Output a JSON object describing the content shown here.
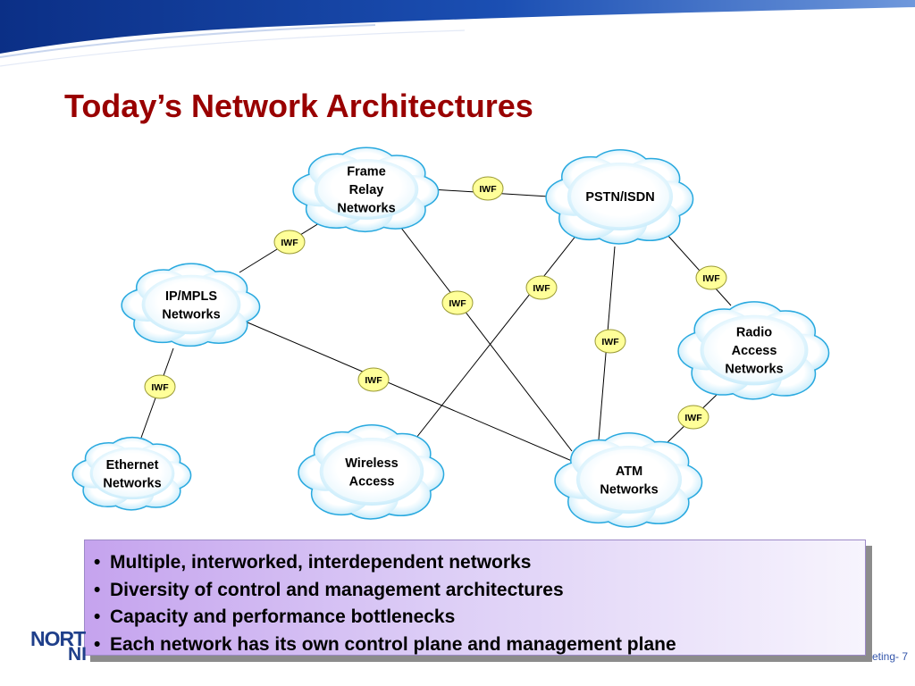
{
  "slide": {
    "title": "Today’s Network Architectures",
    "accent_color": "#990000",
    "footer_text": "eting- 7",
    "logo_text": [
      "NORT",
      "NI"
    ]
  },
  "diagram": {
    "clouds": [
      {
        "id": "frame-relay",
        "lines": [
          "Frame",
          "Relay",
          "Networks"
        ]
      },
      {
        "id": "pstn-isdn",
        "lines": [
          "PSTN/ISDN"
        ]
      },
      {
        "id": "ip-mpls",
        "lines": [
          "IP/MPLS",
          "Networks"
        ]
      },
      {
        "id": "radio-access",
        "lines": [
          "Radio",
          "Access",
          "Networks"
        ]
      },
      {
        "id": "ethernet",
        "lines": [
          "Ethernet",
          "Networks"
        ]
      },
      {
        "id": "wireless-access",
        "lines": [
          "Wireless",
          "Access"
        ]
      },
      {
        "id": "atm",
        "lines": [
          "ATM",
          "Networks"
        ]
      }
    ],
    "interworking_functions": [
      {
        "label": "IWF",
        "connects": [
          "frame-relay",
          "pstn-isdn"
        ]
      },
      {
        "label": "IWF",
        "connects": [
          "ip-mpls",
          "frame-relay"
        ]
      },
      {
        "label": "IWF",
        "connects": [
          "frame-relay",
          "atm"
        ]
      },
      {
        "label": "IWF",
        "connects": [
          "pstn-isdn",
          "wireless-access"
        ]
      },
      {
        "label": "IWF",
        "connects": [
          "pstn-isdn",
          "radio-access"
        ]
      },
      {
        "label": "IWF",
        "connects": [
          "pstn-isdn",
          "atm"
        ]
      },
      {
        "label": "IWF",
        "connects": [
          "ip-mpls",
          "ethernet"
        ]
      },
      {
        "label": "IWF",
        "connects": [
          "ip-mpls",
          "atm"
        ]
      },
      {
        "label": "IWF",
        "connects": [
          "radio-access",
          "atm"
        ]
      }
    ],
    "colors": {
      "cloud_fill": "#bfe9fb",
      "cloud_outline": "#29a9df",
      "iwf_fill": "#ffff99",
      "iwf_outline": "#999933"
    }
  },
  "bullets": [
    "Multiple, interworked, interdependent networks",
    "Diversity of control and management architectures",
    "Capacity and performance bottlenecks",
    "Each network has its own control plane and management plane"
  ],
  "bullet_symbol": "•"
}
